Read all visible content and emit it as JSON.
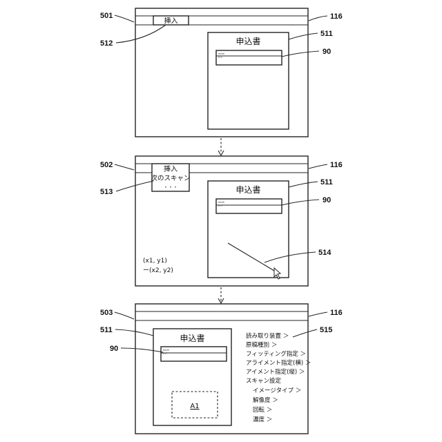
{
  "refs": {
    "p501": "501",
    "p512": "512",
    "p116a": "116",
    "p511a": "511",
    "p90a": "90",
    "p502": "502",
    "p513": "513",
    "p116b": "116",
    "p511b": "511",
    "p90b": "90",
    "p514": "514",
    "p503": "503",
    "p116c": "116",
    "p511c": "511",
    "p90c": "90",
    "p515": "515"
  },
  "panel1": {
    "menu_insert": "挿入",
    "doc_title": "申込書"
  },
  "panel2": {
    "menu_insert": "挿入",
    "menu_next_scan": "次のスキャン",
    "menu_more": "・・・",
    "doc_title": "申込書",
    "coord_start": "(x1, y1)",
    "coord_end": "ー(x2, y2)"
  },
  "panel3": {
    "doc_title": "申込書",
    "area_label": "A1",
    "settings": [
      "読み取り装置 ＞",
      "原稿種別 ＞",
      "フィッティング指定 ＞",
      "アライメント指定(横) ＞",
      "アイメント指定(縦) ＞",
      "スキャン設定",
      "イメージタイプ ＞",
      "解像度 ＞",
      "回転 ＞",
      "濃度 ＞"
    ]
  }
}
